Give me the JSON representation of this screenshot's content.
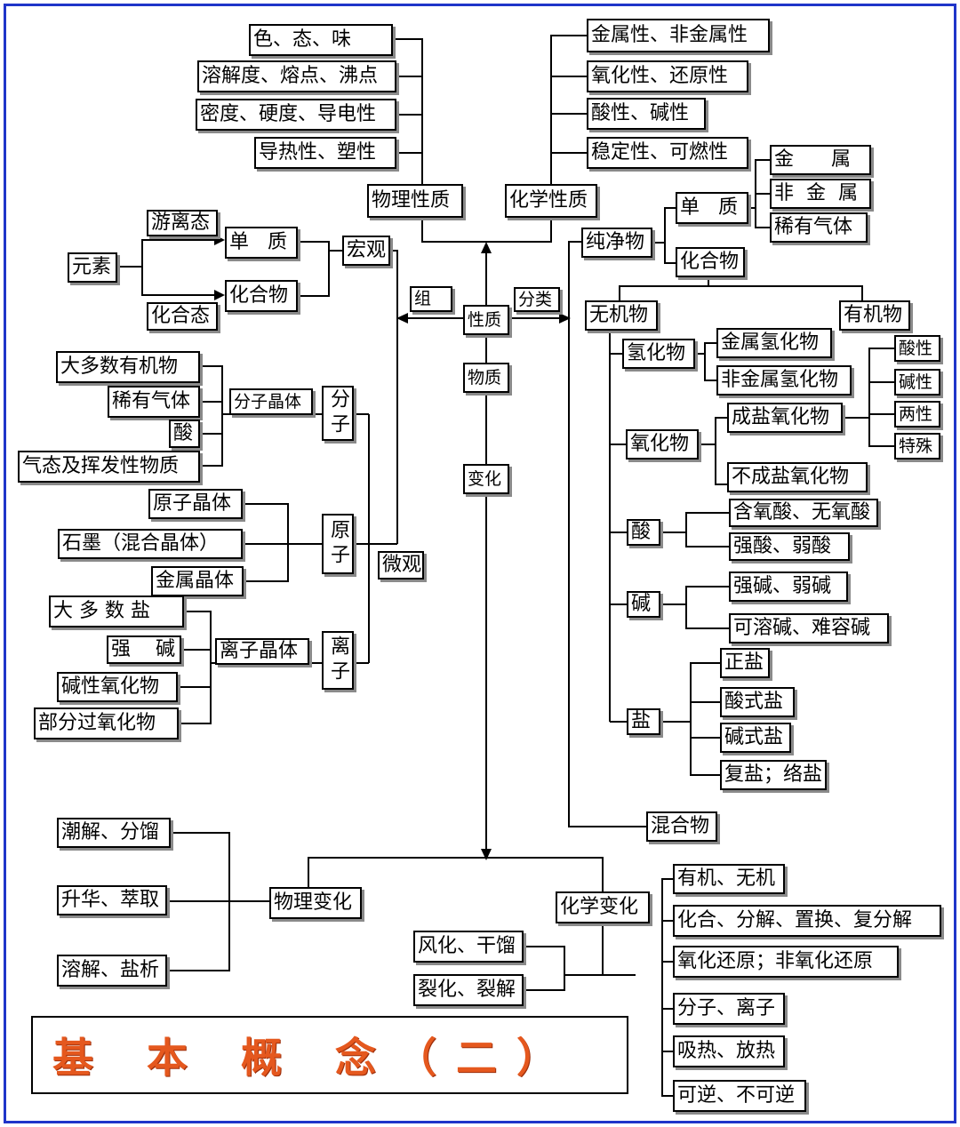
{
  "title": "基 本 概 念（二）",
  "hub": {
    "property": "性质",
    "substance": "物质",
    "change": "变化",
    "composition": "组",
    "classification": "分类"
  },
  "properties": {
    "physical": {
      "label": "物理性质",
      "items": [
        "色、态、味",
        "溶解度、熔点、沸点",
        "密度、硬度、导电性",
        "导热性、塑性"
      ]
    },
    "chemical": {
      "label": "化学性质",
      "items": [
        "金属性、非金属性",
        "氧化性、还原性",
        "酸性、碱性",
        "稳定性、可燃性"
      ]
    }
  },
  "composition": {
    "macro": {
      "label": "宏观",
      "element": "元素",
      "free_state": "游离态",
      "combined_state": "化合态",
      "simple_substance": "单   质",
      "compound": "化合物"
    },
    "micro": {
      "label": "微观",
      "molecule": {
        "label": "分子",
        "crystal": "分子晶体",
        "items": [
          "大多数有机物",
          "稀有气体",
          "酸",
          "气态及挥发性物质"
        ]
      },
      "atom": {
        "label": "原子",
        "items": [
          "原子晶体",
          "石墨（混合晶体）",
          "金属晶体"
        ]
      },
      "ion": {
        "label": "离子",
        "crystal": "离子晶体",
        "items": [
          "大 多 数 盐",
          "强    碱",
          "碱性氧化物",
          "部分过氧化物"
        ]
      }
    }
  },
  "classification": {
    "pure": {
      "label": "纯净物",
      "simple_substance": {
        "label": "单   质",
        "items": [
          "金      属",
          "非  金  属",
          "稀有气体"
        ]
      },
      "compound": {
        "label": "化合物",
        "inorganic": {
          "label": "无机物",
          "hydride": {
            "label": "氢化物",
            "items": [
              "金属氢化物",
              "非金属氢化物"
            ]
          },
          "oxide": {
            "label": "氧化物",
            "salt_forming": "成盐氧化物",
            "non_salt_forming": "不成盐氧化物",
            "salt_forming_types": [
              "酸性",
              "碱性",
              "两性",
              "特殊"
            ]
          },
          "acid": {
            "label": "酸",
            "items": [
              "含氧酸、无氧酸",
              "强酸、弱酸"
            ]
          },
          "base": {
            "label": "碱",
            "items": [
              "强碱、弱碱",
              "可溶碱、难容碱"
            ]
          },
          "salt": {
            "label": "盐",
            "items": [
              "正盐",
              "酸式盐",
              "碱式盐",
              "复盐；络盐"
            ]
          }
        },
        "organic": {
          "label": "有机物"
        }
      }
    },
    "mixture": "混合物"
  },
  "changes": {
    "physical": {
      "label": "物理变化",
      "items": [
        "潮解、分馏",
        "升华、萃取",
        "溶解、盐析"
      ]
    },
    "chemical": {
      "label": "化学变化",
      "examples": [
        "风化、干馏",
        "裂化、裂解"
      ],
      "types": [
        "有机、无机",
        "化合、分解、置换、复分解",
        "氧化还原；非氧化还原",
        "分子、离子",
        "吸热、放热",
        "可逆、不可逆"
      ]
    }
  },
  "colors": {
    "border": "#1f35c9",
    "title": "#e5581e",
    "shadow": "#8a8a8a",
    "line": "#000000"
  }
}
